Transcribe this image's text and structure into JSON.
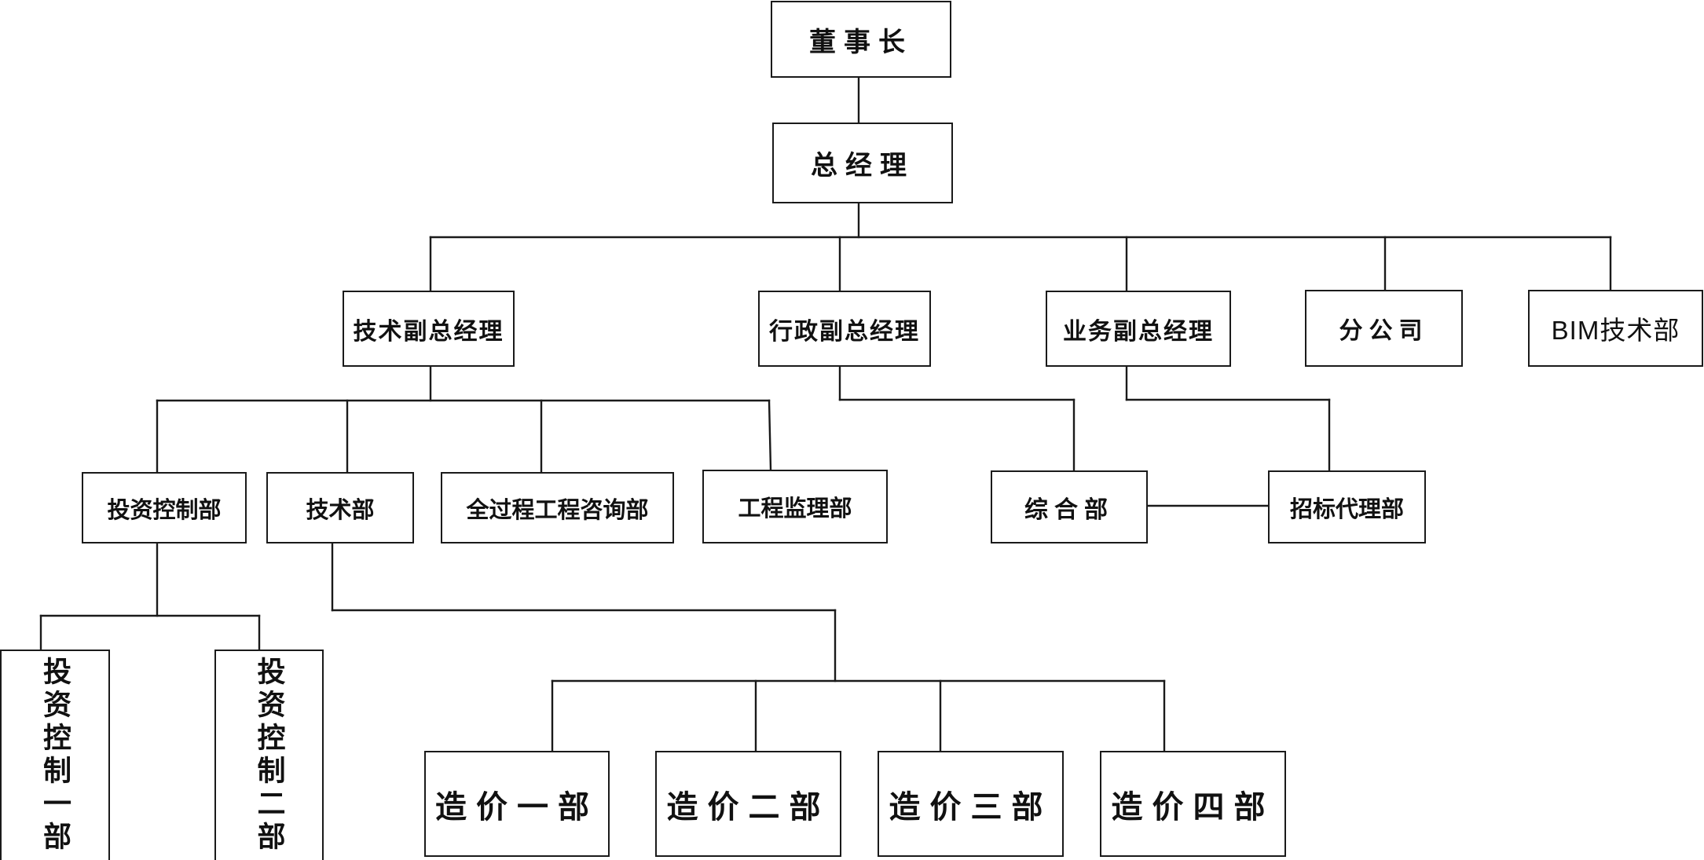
{
  "chart": {
    "nodes": {
      "chairman": "董事长",
      "general_manager": "总经理",
      "tech_vp": "技术副总经理",
      "admin_vp": "行政副总经理",
      "business_vp": "业务副总经理",
      "branch": "分公司",
      "bim": "BIM技术部",
      "invest_control": "投资控制部",
      "tech_dept": "技术部",
      "full_process": "全过程工程咨询部",
      "supervision": "工程监理部",
      "general_affairs": "综合部",
      "tender_agency": "招标代理部",
      "invest_control_1": "投资控制一部",
      "invest_control_2": "投资控制二部",
      "cost_1": "造价一部",
      "cost_2": "造价二部",
      "cost_3": "造价三部",
      "cost_4": "造价四部"
    }
  }
}
